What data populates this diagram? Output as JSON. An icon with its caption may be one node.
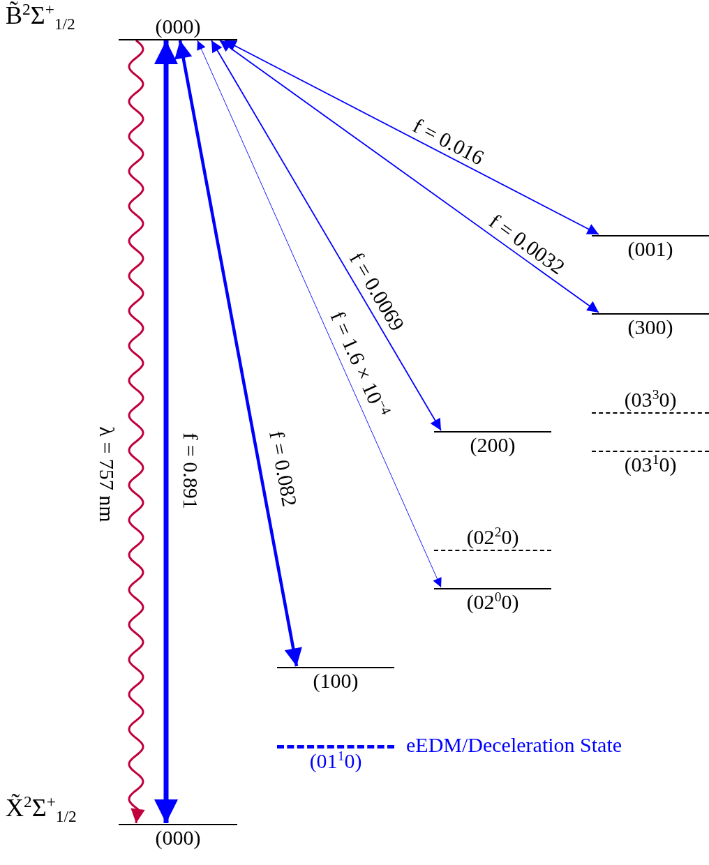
{
  "diagram": {
    "nodes": [
      {
        "text": [
          "(000)"
        ],
        "beside": [
          "B̃$^{2}$Σ$^{+}$$_{1/2}$"
        ]
      },
      {
        "text": [
          "(001)"
        ]
      },
      {
        "text": [
          "(300)"
        ]
      },
      {
        "text": [
          "(03$^{3}$0)"
        ]
      },
      {
        "text": [
          "(03$^{1}$0)"
        ]
      },
      {
        "text": [
          "(200)"
        ]
      },
      {
        "text": [
          "(02$^{2}$0)"
        ]
      },
      {
        "text": [
          "(02$^{0}$0)"
        ]
      },
      {
        "text": [
          "(100)"
        ]
      },
      {
        "text": [
          "(01$^{1}$0)"
        ],
        "beside": [
          "eEDM/Deceleration State"
        ]
      },
      {
        "text": [
          "(000)"
        ],
        "beside": [
          "X̃$^{2}$Σ$^{+}$$_{1/2}$"
        ]
      }
    ],
    "edges": [
      {
        "from": 0,
        "to": 10,
        "arrow": "to",
        "label": "λ = 757 nm",
        "color": "#c0003c"
      },
      {
        "from": 10,
        "to": 0,
        "arrow": "both",
        "label": "f = 0.891",
        "style": "thick"
      },
      {
        "from": 0,
        "to": 8,
        "arrow": "both",
        "label": "f = 0.082",
        "style": "thick"
      },
      {
        "from": 0,
        "to": 7,
        "arrow": "both",
        "label": "f = 1.6 × 10$^{−4}$"
      },
      {
        "from": 0,
        "to": 5,
        "arrow": "both",
        "label": "f = 0.0069"
      },
      {
        "from": 0,
        "to": 2,
        "arrow": "both",
        "label": "f = 0.0032"
      },
      {
        "from": 0,
        "to": 1,
        "arrow": "both",
        "label": "f = 0.016"
      }
    ]
  }
}
